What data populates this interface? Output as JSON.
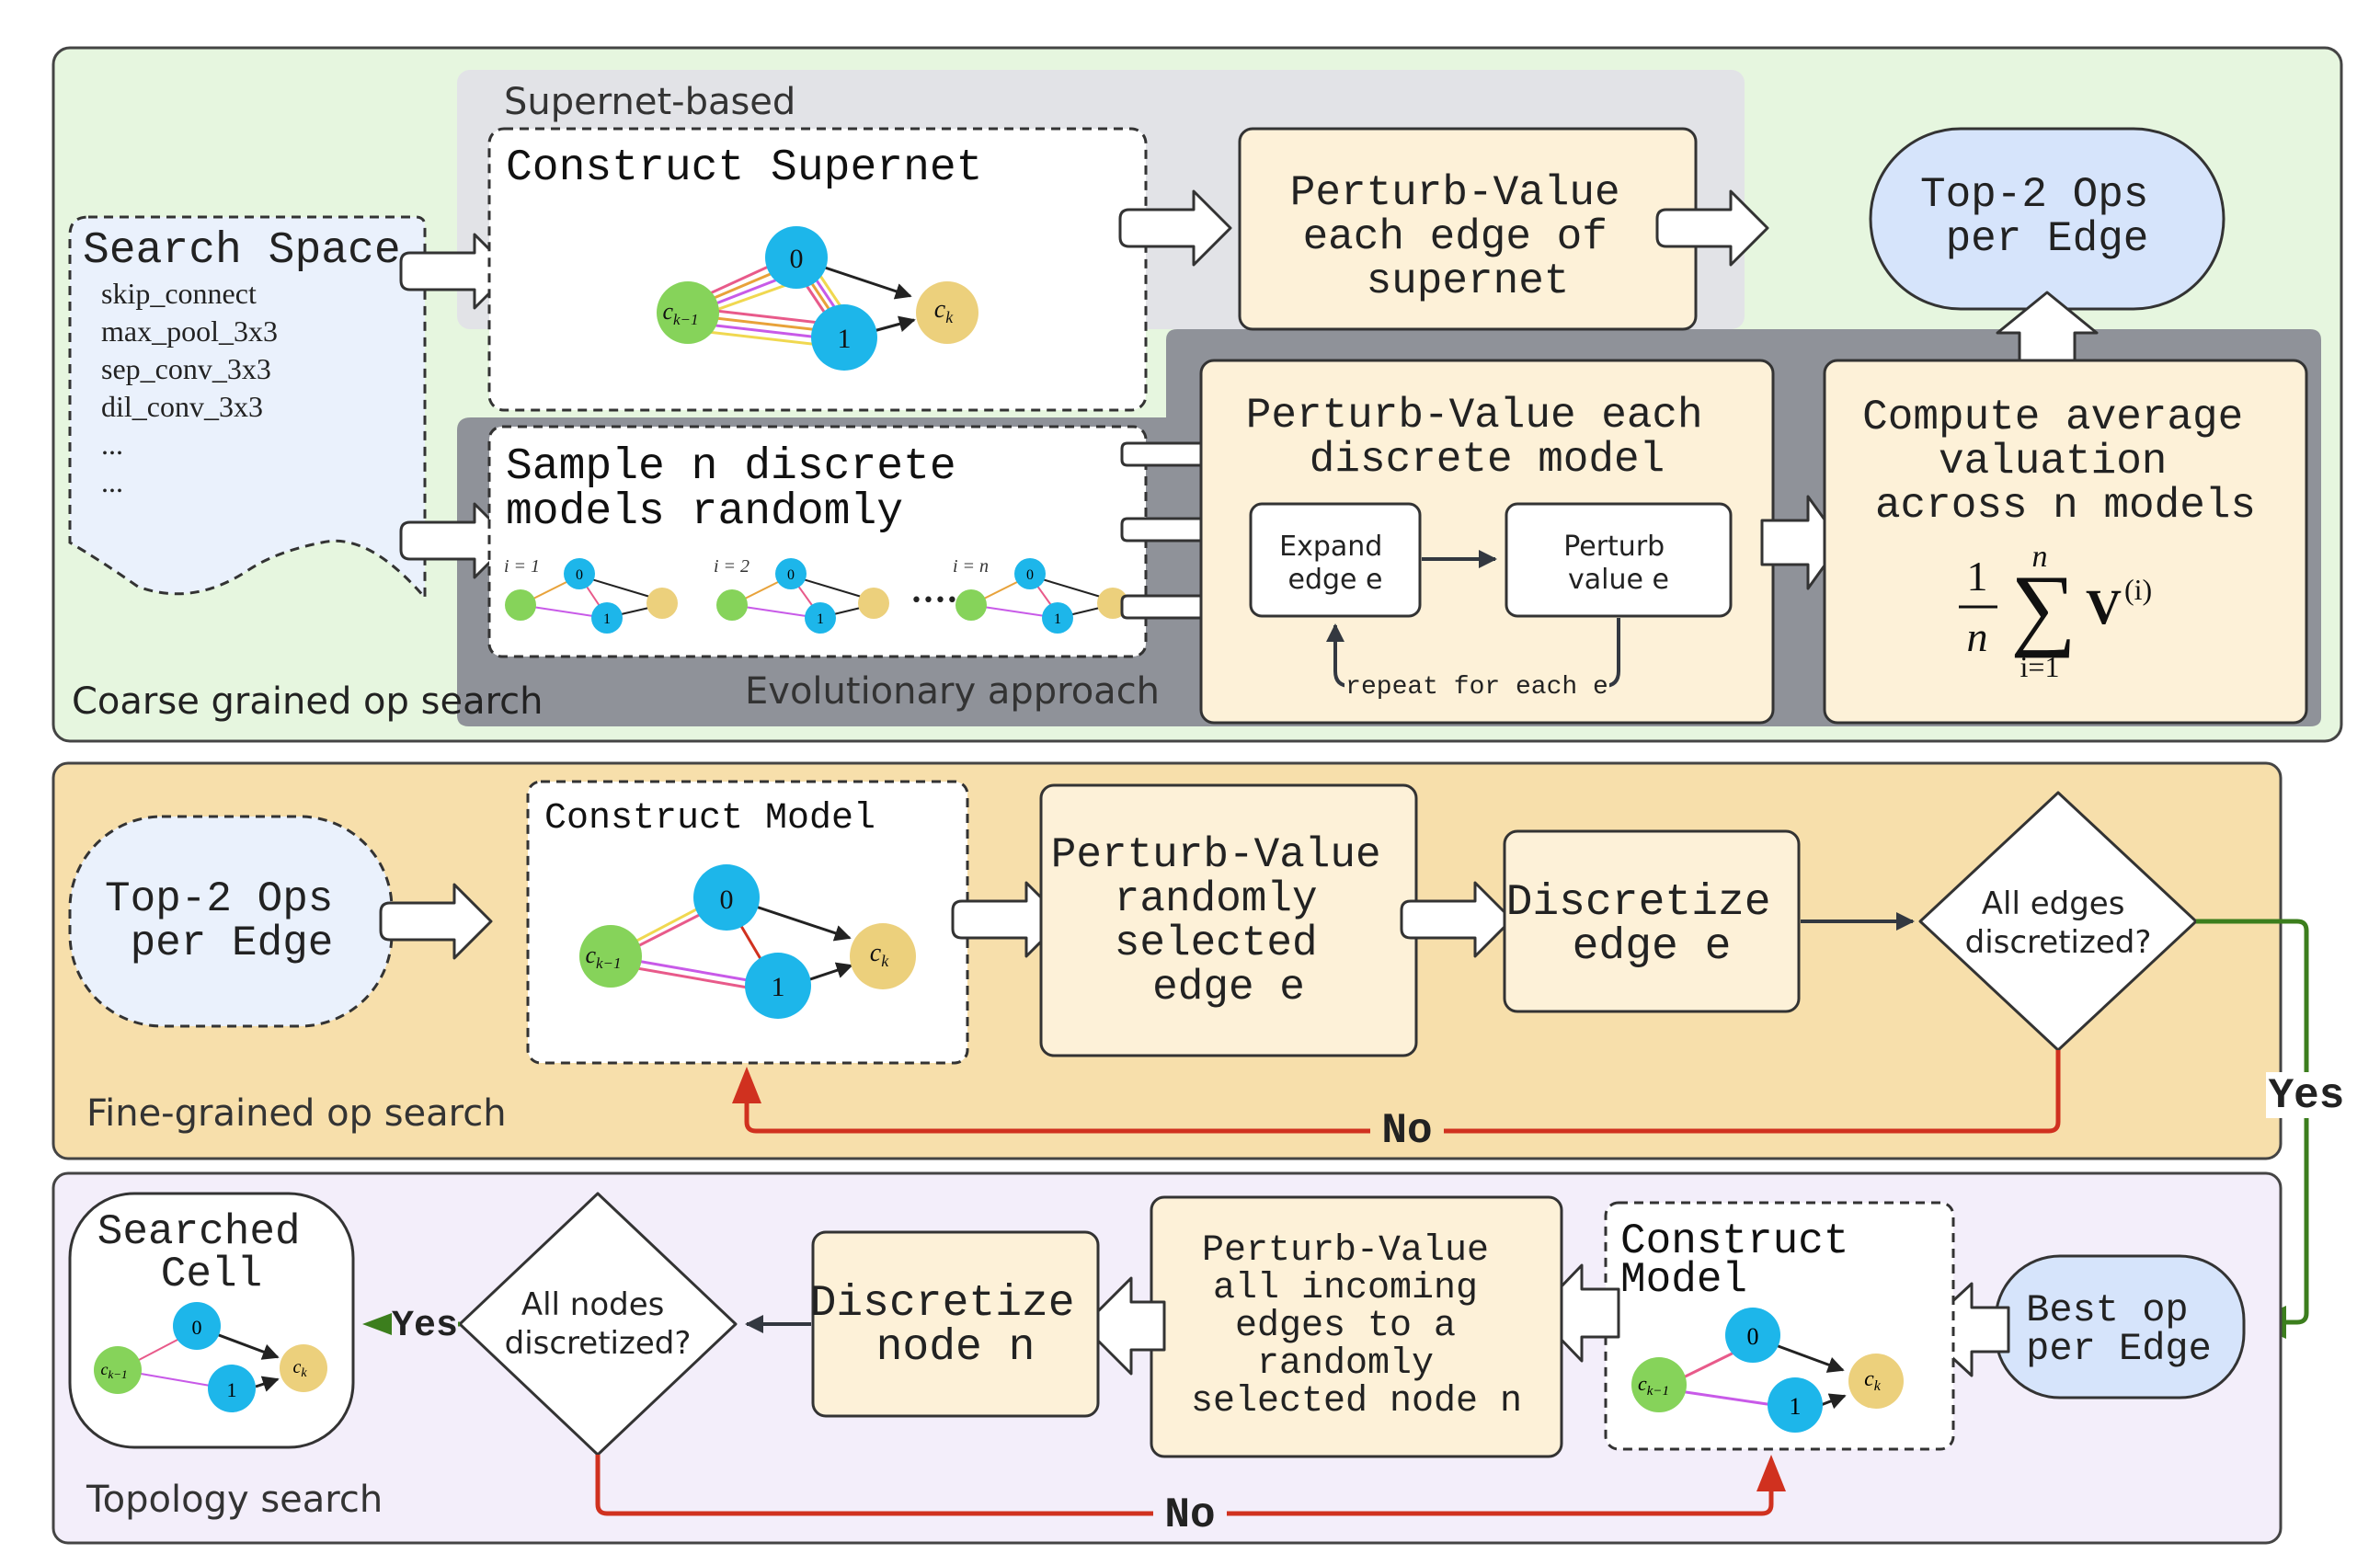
{
  "coarse": {
    "section_label": "Coarse grained op search",
    "search_space": {
      "title": "Search Space",
      "ops": [
        "skip_connect",
        "max_pool_3x3",
        "sep_conv_3x3",
        "dil_conv_3x3",
        "...",
        "..."
      ]
    },
    "supernet": {
      "group_label": "Supernet-based",
      "construct_title": "Construct Supernet",
      "perturb": [
        "Perturb-Value",
        "each edge of",
        "supernet"
      ],
      "top2": [
        "Top-2 Ops",
        "per Edge"
      ]
    },
    "evolution": {
      "group_label": "Evolutionary approach",
      "sample_title": [
        "Sample n discrete",
        "models randomly"
      ],
      "sample_indices": [
        "i = 1",
        "i = 2",
        "i = n"
      ],
      "sample_dots": "••••",
      "perturb_title": [
        "Perturb-Value each",
        "discrete model"
      ],
      "expand": [
        "Expand",
        "edge e"
      ],
      "perturb_value": [
        "Perturb",
        "value e"
      ],
      "repeat": "repeat for each e",
      "average": [
        "Compute average",
        "valuation",
        "across n models"
      ],
      "formula": {
        "num": "1",
        "den": "n",
        "sum": "∑",
        "upper": "n",
        "lower": "i=1",
        "term": "V",
        "sup": "(i)"
      }
    }
  },
  "fine": {
    "section_label": "Fine-grained op search",
    "top2": [
      "Top-2 Ops",
      "per Edge"
    ],
    "construct_title": "Construct Model",
    "perturb": [
      "Perturb-Value",
      "randomly",
      "selected",
      "edge e"
    ],
    "discretize": [
      "Discretize",
      "edge e"
    ],
    "decision": [
      "All edges",
      "discretized?"
    ],
    "no_label": "No",
    "yes_label": "Yes"
  },
  "topology": {
    "section_label": "Topology search",
    "best_op": [
      "Best op",
      "per Edge"
    ],
    "construct_title": [
      "Construct",
      "Model"
    ],
    "perturb": [
      "Perturb-Value",
      "all incoming",
      "edges to a",
      "randomly",
      "selected node n"
    ],
    "discretize": [
      "Discretize",
      "node n"
    ],
    "decision": [
      "All nodes",
      "discretized?"
    ],
    "searched": [
      "Searched",
      "Cell"
    ],
    "yes_label": "Yes",
    "no_label": "No"
  },
  "graph_nodes": {
    "n0": "0",
    "n1": "1",
    "prev": "c",
    "prev_sub": "k−1",
    "out": "c",
    "out_sub": "k"
  },
  "colors": {
    "coarse_bg": "#e6f6df",
    "fine_bg": "#f7dfab",
    "topo_bg": "#f3eefa",
    "gray_light": "#e2e3e7",
    "gray_dark": "#8f9299",
    "box_cream": "#fdf1d8",
    "blue_box": "#d6e4fb",
    "search_space_bg": "#eaf1fc",
    "node_blue": "#1db6ea",
    "node_green": "#86d35a",
    "node_yellow": "#ecd07c",
    "arrow_red": "#d0311f",
    "arrow_green": "#3c7e1d",
    "arrow_dark": "#333840"
  }
}
